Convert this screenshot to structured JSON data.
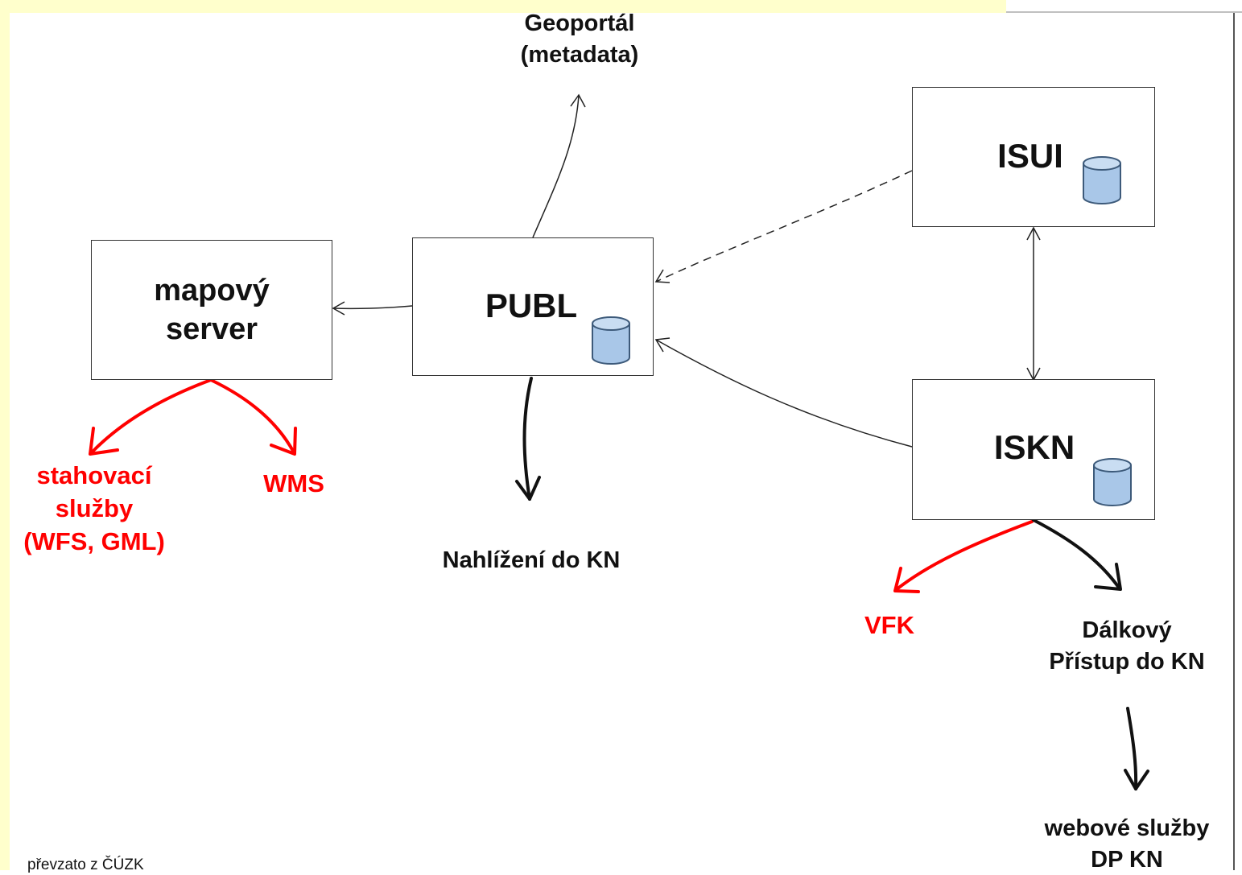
{
  "nodes": {
    "mapovy_server": "mapový\nserver",
    "publ": "PUBL",
    "isui": "ISUI",
    "iskn": "ISKN"
  },
  "outputs": {
    "geoportal": "Geoportál\n(metadata)",
    "stahovaci_sluzby": "stahovací\nslužby\n(WFS, GML)",
    "wms": "WMS",
    "nahlizeni": "Nahlížení do KN",
    "vfk": "VFK",
    "dalkovy_pristup": "Dálkový\nPřístup do KN",
    "webove_sluzby": "webové služby\nDP KN"
  },
  "footer": "převzato z ČÚZK",
  "colors": {
    "box_border": "#333333",
    "red_flow": "#ff0000",
    "database_fill": "#a9c7e8",
    "background_stripe": "#ffffcc"
  },
  "icons": [
    "database-icon"
  ]
}
